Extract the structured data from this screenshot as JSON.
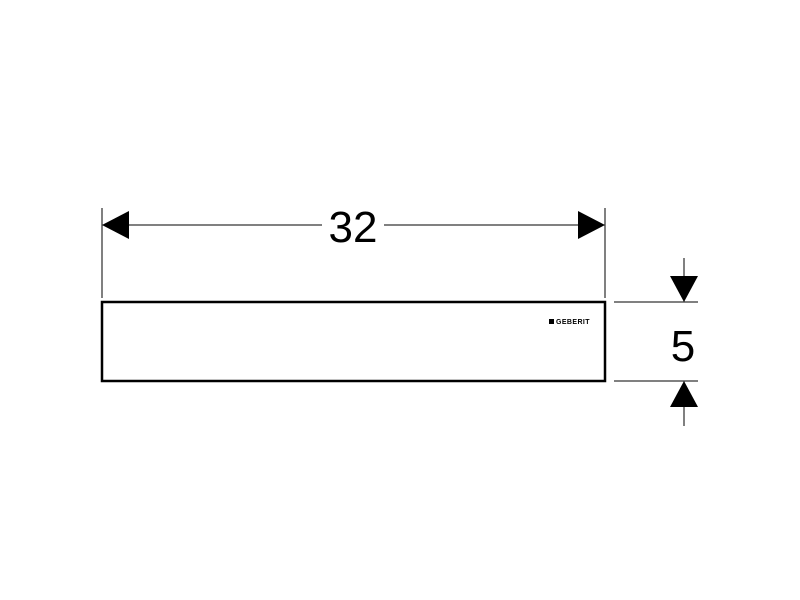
{
  "drawing": {
    "width_dimension": {
      "label": "32",
      "value": 32
    },
    "height_dimension": {
      "label": "5",
      "value": 5
    },
    "product": {
      "logo_text": "GEBERIT"
    },
    "colors": {
      "line": "#000000",
      "background": "#ffffff"
    }
  }
}
